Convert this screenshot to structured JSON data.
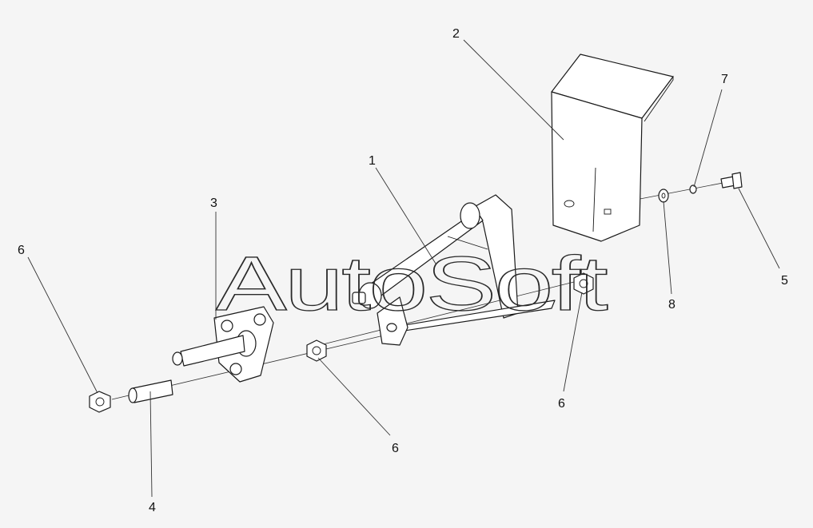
{
  "watermark": "AutoSoft",
  "callouts": {
    "c1": "1",
    "c2": "2",
    "c3": "3",
    "c4": "4",
    "c5": "5",
    "c6a": "6",
    "c6b": "6",
    "c6c": "6",
    "c7": "7",
    "c8": "8"
  }
}
